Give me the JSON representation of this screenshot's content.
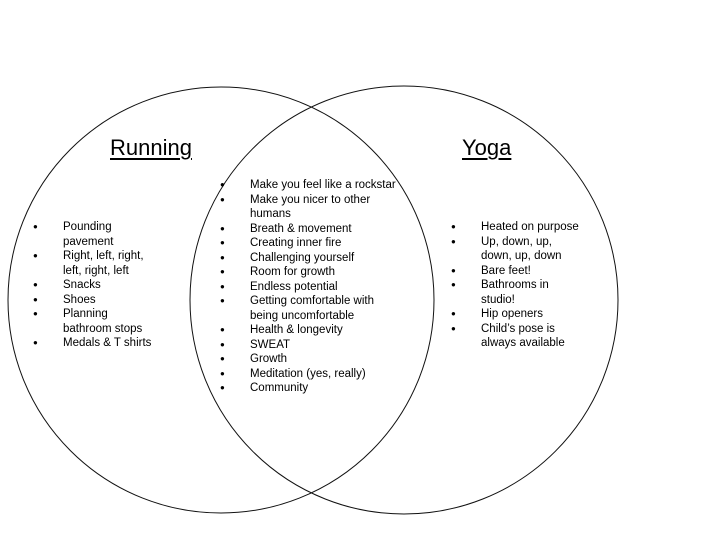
{
  "diagram": {
    "type": "venn",
    "sets": [
      {
        "title": "Running",
        "items": [
          "Pounding pavement",
          "Right, left, right, left, right, left",
          "Snacks",
          "Shoes",
          "Planning bathroom stops",
          "Medals & T shirts"
        ]
      },
      {
        "title": "Yoga",
        "items": [
          "Heated on purpose",
          "Up, down, up, down, up, down",
          "Bare feet!",
          "Bathrooms in studio!",
          "Hip openers",
          "Child’s pose is always available"
        ]
      }
    ],
    "overlap": {
      "items": [
        "Make you feel like a rockstar",
        "Make you nicer to other humans",
        "Breath & movement",
        "Creating inner fire",
        "Challenging yourself",
        "Room for growth",
        "Endless potential",
        "Getting comfortable with being uncomfortable",
        "Health & longevity",
        "SWEAT",
        "Growth",
        "Meditation (yes, really)",
        "Community"
      ]
    },
    "stroke_color": "#000000",
    "background": "#ffffff"
  }
}
